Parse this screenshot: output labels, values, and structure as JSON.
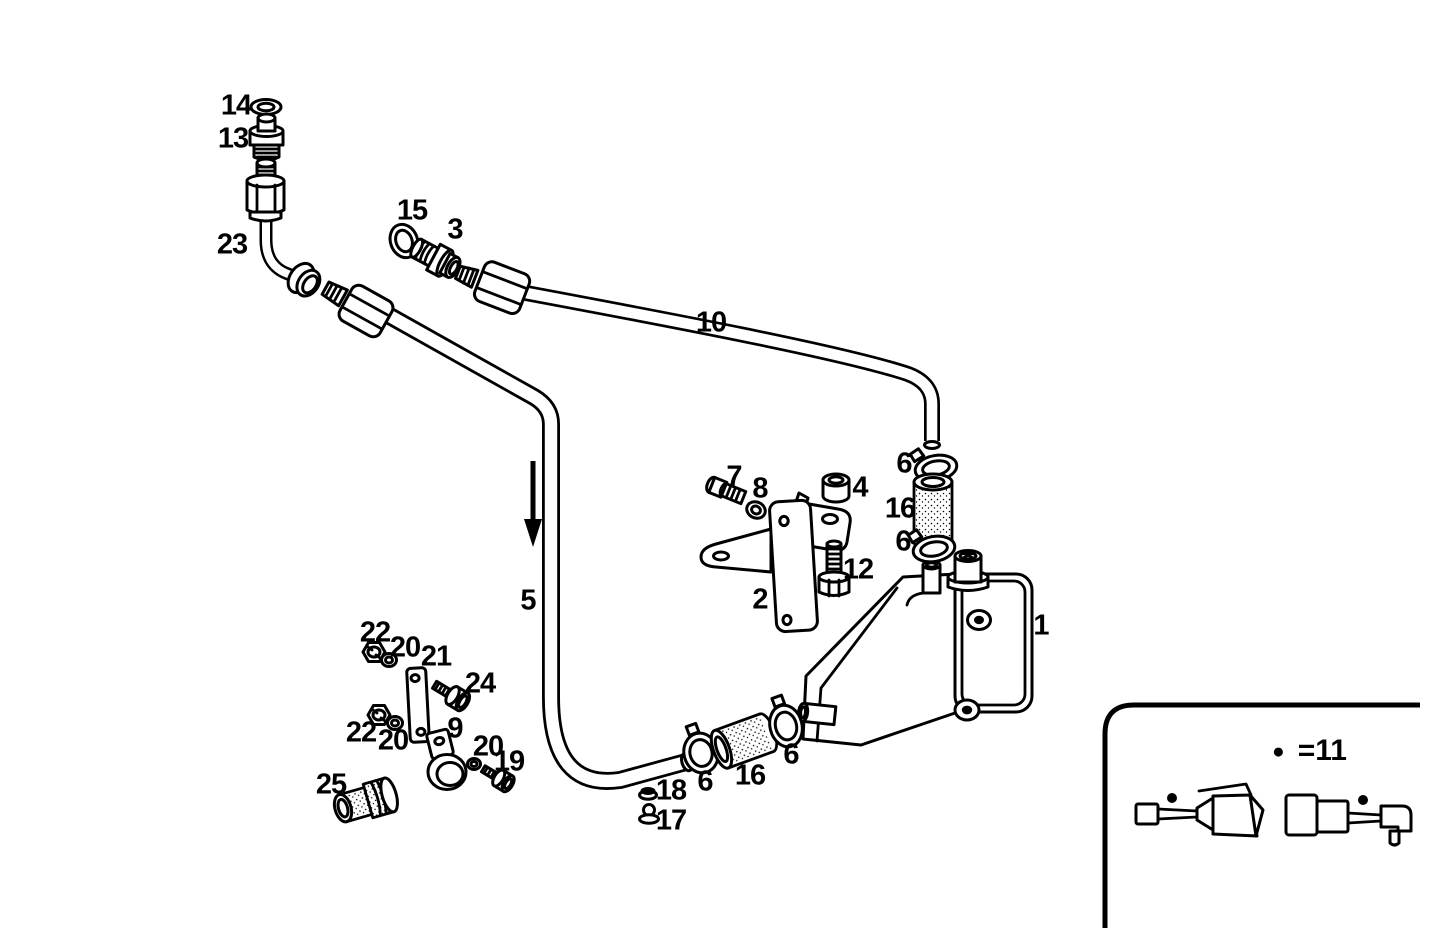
{
  "colors": {
    "background": "#ffffff",
    "ink": "#000000"
  },
  "callouts": {
    "c14": "14",
    "c13": "13",
    "c23": "23",
    "c15": "15",
    "c3": "3",
    "c10": "10",
    "c5": "5",
    "c7": "7",
    "c8": "8",
    "c4": "4",
    "c6_top": "6",
    "c16_top": "16",
    "c6_mid": "6",
    "c12": "12",
    "c2": "2",
    "c1": "1",
    "c22_a": "22",
    "c20_a": "20",
    "c21": "21",
    "c24": "24",
    "c22_b": "22",
    "c20_b": "20",
    "c9": "9",
    "c20_c": "20",
    "c19": "19",
    "c25": "25",
    "c6_hose_left": "6",
    "c16_bottom": "16",
    "c6_hose_right": "6",
    "c18": "18",
    "c17": "17"
  },
  "legend": {
    "symbol": "●",
    "label": "=11"
  }
}
